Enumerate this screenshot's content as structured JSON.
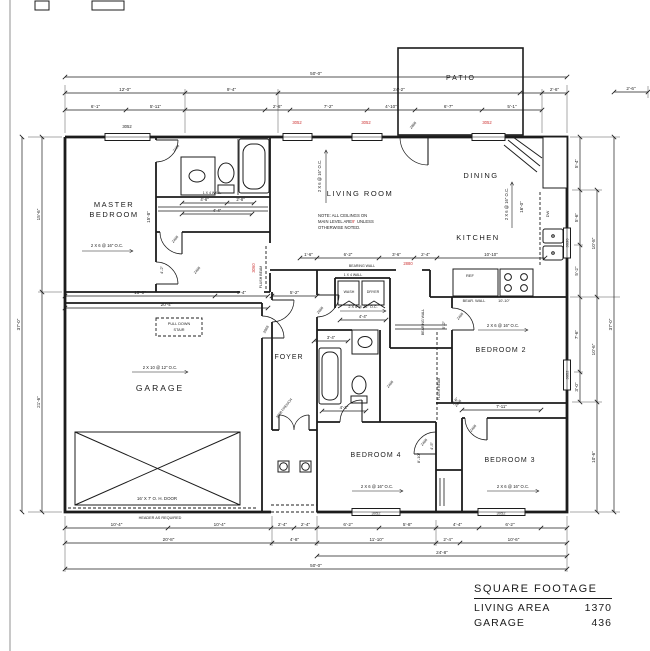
{
  "rooms": {
    "master_1": "MASTER",
    "master_2": "BEDROOM",
    "living": "LIVING ROOM",
    "dining": "DINING",
    "kitchen": "KITCHEN",
    "foyer": "FOYER",
    "garage": "GARAGE",
    "bed2": "BEDROOM 2",
    "bed3": "BEDROOM 3",
    "bed4": "BEDROOM 4",
    "patio": "PATIO"
  },
  "framing": {
    "wall_2x6": "2 X 6 @ 16\" O.C.",
    "joist_2x10": "2 X 10 @ 12\" O.C."
  },
  "note": {
    "l1": "NOTE: ALL CEILINGS ON",
    "l2a": "MAIN LEVEL ARE ",
    "l2b": "9'",
    "l2c": " UNLESS",
    "l3": "OTHERWISE NOTED."
  },
  "annotations": {
    "pull_down_1": "PULL DOWN",
    "pull_down_2": "STAIR",
    "garage_door": "16' X 7' O. H. DOOR",
    "header": "HEADER AS REQUIRED",
    "wash": "WASH",
    "dryer": "DRYER",
    "ref": "REF",
    "dw": "DW",
    "bear_wall": "BEAR. WALL",
    "bear_wall_len": "10'-10\"",
    "bearing_wall": "BEARING WALL",
    "wall_1x4": "1 X 4 WALL",
    "flush_beam": "FLUSH BEAM"
  },
  "windows": {
    "w3052": "3052",
    "w3030": "3030",
    "w2880": "2880",
    "w3060": "3060"
  },
  "doors": {
    "d2468": "2468",
    "d2668": "2668",
    "d2868": "2868",
    "d3068": "3068 FRENCH"
  },
  "dims": {
    "overall_w": "50'-0\"",
    "overall_h": "37'-0\"",
    "top2": [
      "12'-0\"",
      "9'-4\"",
      "24'-2\"",
      "2'-6\"",
      "2'-6\""
    ],
    "top3": [
      "6'-1\"",
      "5'-11\"",
      "2'-6\"",
      "7'-2\"",
      "4'-10\"",
      "6'-7\"",
      "5'-1\""
    ],
    "bot1": [
      "10'-4\"",
      "10'-4\"",
      "2'-4\"",
      "2'-4\"",
      "6'-2\"",
      "5'-8\"",
      "4'-4\"",
      "6'-2\""
    ],
    "bot2": [
      "20'-8\"",
      "4'-8\"",
      "11'-10\"",
      "2'-4\"",
      "10'-6\""
    ],
    "bot3": [
      "24'-8\""
    ],
    "left": [
      "15'-6\"",
      "21'-6\""
    ],
    "right1": [
      "5'-4\"",
      "5'-6\"",
      "5'-2\"",
      "7'-6\"",
      "3'-0\""
    ],
    "right2": [
      "10'-8\"",
      "10'-6\"",
      "10'-6\""
    ],
    "interior": {
      "garage_top1": "15'-0\"",
      "garage_top2": "5'-4\"",
      "garage_w": "20'-4\"",
      "foyer_w": "5'-2\"",
      "kit1": "1'-6\"",
      "kit2": "6'-2\"",
      "kit3": "3'-6\"",
      "kit4": "2'-4\"",
      "kit5": "10'-10\"",
      "bath1": "4'-6\"",
      "bath2": "2'-8\"",
      "bath3": "4'-4\"",
      "cl1": "4'-4\"",
      "cl2": "3'-4\"",
      "b4top": "4'-3\"",
      "b3top": "7'-11\"",
      "mbr_d": "15'-8\"",
      "mbr_d2": "4'-2\"",
      "kit_d": "16'-0\"",
      "hall_d1": "5'-2\"",
      "hall_d2": "8'-10\"",
      "hall_d3": "4'-5\"",
      "diag1": "3'-6\""
    }
  },
  "square_footage": {
    "title": "SQUARE FOOTAGE",
    "rows": [
      {
        "label": "LIVING AREA",
        "value": "1370"
      },
      {
        "label": "GARAGE",
        "value": "436"
      }
    ]
  },
  "colors": {
    "line": "#1c1c1c",
    "red": "#cc3333"
  }
}
